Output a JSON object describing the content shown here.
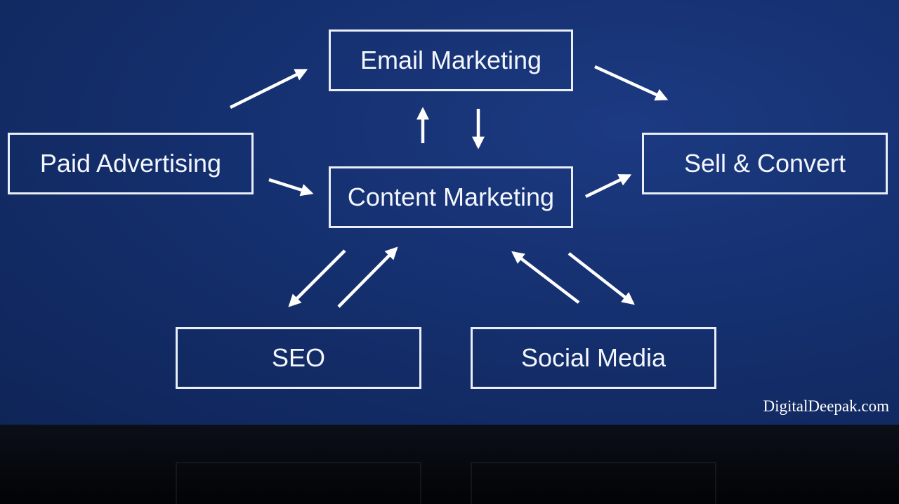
{
  "diagram": {
    "nodes": {
      "email_marketing": "Email Marketing",
      "paid_advertising": "Paid Advertising",
      "content_marketing": "Content Marketing",
      "sell_convert": "Sell & Convert",
      "seo": "SEO",
      "social_media": "Social Media"
    },
    "edges": [
      {
        "from": "Paid Advertising",
        "to": "Email Marketing"
      },
      {
        "from": "Paid Advertising",
        "to": "Content Marketing"
      },
      {
        "from": "Email Marketing",
        "to": "Sell & Convert"
      },
      {
        "from": "Content Marketing",
        "to": "Email Marketing"
      },
      {
        "from": "Email Marketing",
        "to": "Content Marketing"
      },
      {
        "from": "Content Marketing",
        "to": "Sell & Convert"
      },
      {
        "from": "Content Marketing",
        "to": "SEO"
      },
      {
        "from": "SEO",
        "to": "Content Marketing"
      },
      {
        "from": "Social Media",
        "to": "Content Marketing"
      },
      {
        "from": "Content Marketing",
        "to": "Social Media"
      }
    ]
  },
  "watermark": "DigitalDeepak.com",
  "colors": {
    "background": "#15306f",
    "box_border": "#e9eef8",
    "text": "#f3f6fc",
    "arrow": "#ffffff"
  }
}
